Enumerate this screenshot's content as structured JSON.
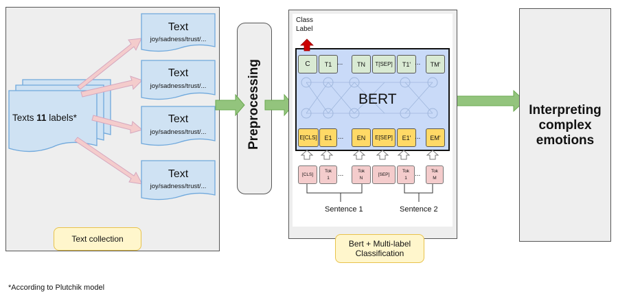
{
  "text_collection": {
    "source_label_prefix": "Texts ",
    "source_label_count": "11",
    "source_label_suffix": " labels*",
    "documents": [
      {
        "title": "Text",
        "labels": "joy/sadness/trust/..."
      },
      {
        "title": "Text",
        "labels": "joy/sadness/trust/..."
      },
      {
        "title": "Text",
        "labels": "joy/sadness/trust/..."
      },
      {
        "title": "Text",
        "labels": "joy/sadness/trust/..."
      }
    ],
    "caption": "Text collection"
  },
  "preprocessing": {
    "label": "Preprocessing"
  },
  "bert": {
    "class_label": "Class\nLabel",
    "model_name": "BERT",
    "output_tokens": [
      "C",
      "T1",
      "...",
      "TN",
      "T[SEP]",
      "T1'",
      "...",
      "TM'"
    ],
    "embeddings": [
      "E[CLS]",
      "E1",
      "...",
      "EN",
      "E[SEP]",
      "E1'",
      "...",
      "EM'"
    ],
    "input_tokens": [
      "[CLS]",
      "Tok 1",
      "...",
      "Tok N",
      "[SEP]",
      "Tok 1",
      "...",
      "Tok M"
    ],
    "sentence_1": "Sentence 1",
    "sentence_2": "Sentence 2",
    "caption": "Bert + Multi-label\nClassification"
  },
  "output": {
    "label": "Interpreting\ncomplex\nemotions"
  },
  "footnote": "*According to Plutchik model",
  "colors": {
    "panel_bg": "#eeeeee",
    "doc_fill": "#cfe2f3",
    "doc_stroke": "#6fa8dc",
    "pink_arrow": "#f4cccc",
    "pink_arrow_stroke": "#d5a6bd",
    "green_arrow": "#93c47d",
    "green_arrow_stroke": "#6aa84f",
    "bert_bg": "#c9daf8",
    "token_green": "#d9ead3",
    "embed_yellow": "#ffd966",
    "input_pink": "#f4cccc",
    "red_arrow": "#cc0000",
    "caption_bg": "#fff6cc",
    "caption_border": "#e8c24a"
  }
}
